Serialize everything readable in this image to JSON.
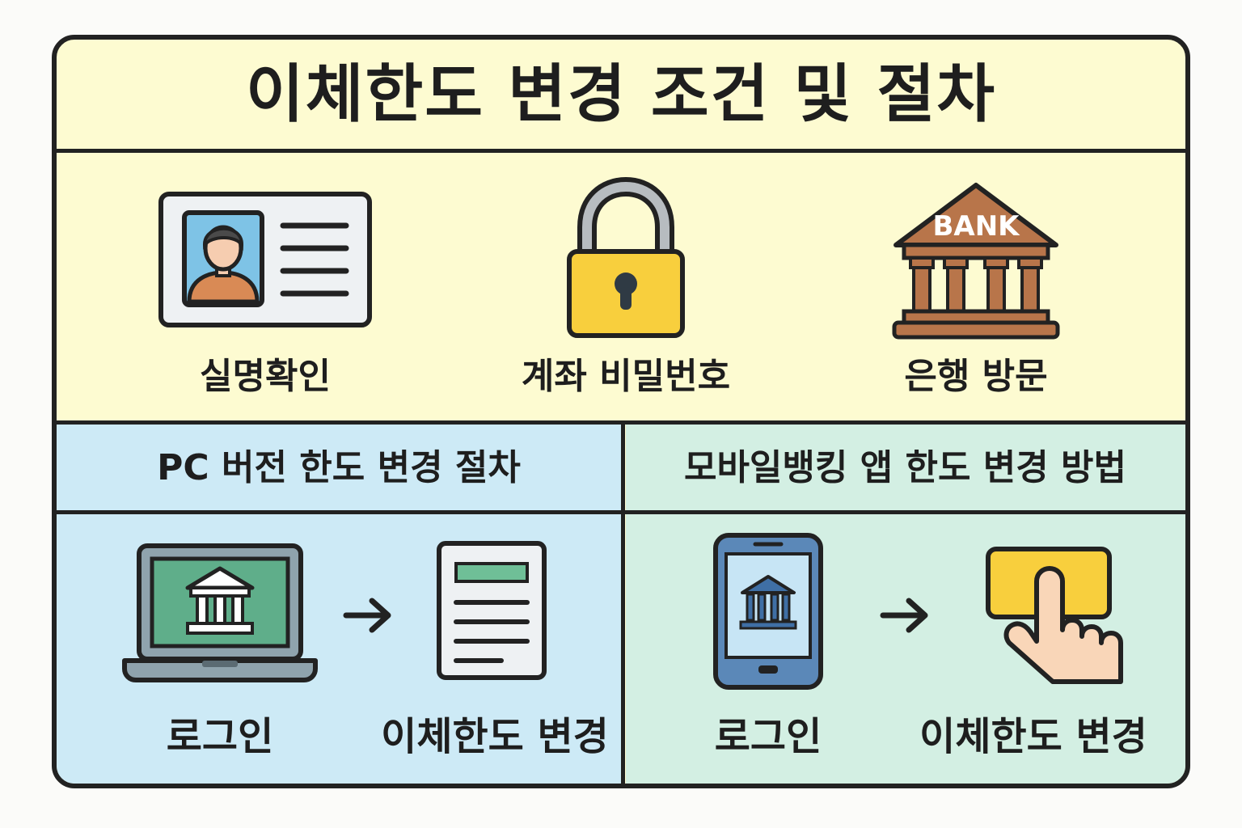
{
  "title": "이체한도 변경 조건 및 절차",
  "requirements": [
    {
      "label": "실명확인",
      "icon": "id-card-icon"
    },
    {
      "label": "계좌 비밀번호",
      "icon": "lock-icon"
    },
    {
      "label": "은행 방문",
      "icon": "bank-building-icon",
      "sign": "BANK"
    }
  ],
  "pc": {
    "heading": "PC 버전 한도 변경 절차",
    "steps": [
      {
        "label": "로그인",
        "icon": "laptop-bank-icon"
      },
      {
        "label": "이체한도 변경",
        "icon": "document-form-icon"
      }
    ]
  },
  "mobile": {
    "heading": "모바일뱅킹 앱 한도 변경 방법",
    "steps": [
      {
        "label": "로그인",
        "icon": "smartphone-bank-icon"
      },
      {
        "label": "이체한도 변경",
        "icon": "tap-button-icon"
      }
    ]
  },
  "colors": {
    "yellow_panel": "#fdfbd1",
    "blue_panel": "#cdeaf6",
    "green_panel": "#d3efe3",
    "outline": "#222222",
    "lock_yellow": "#f8cf3d",
    "bank_brown": "#b8754a",
    "screen_green": "#5fae8a",
    "phone_blue": "#5b88b8"
  }
}
